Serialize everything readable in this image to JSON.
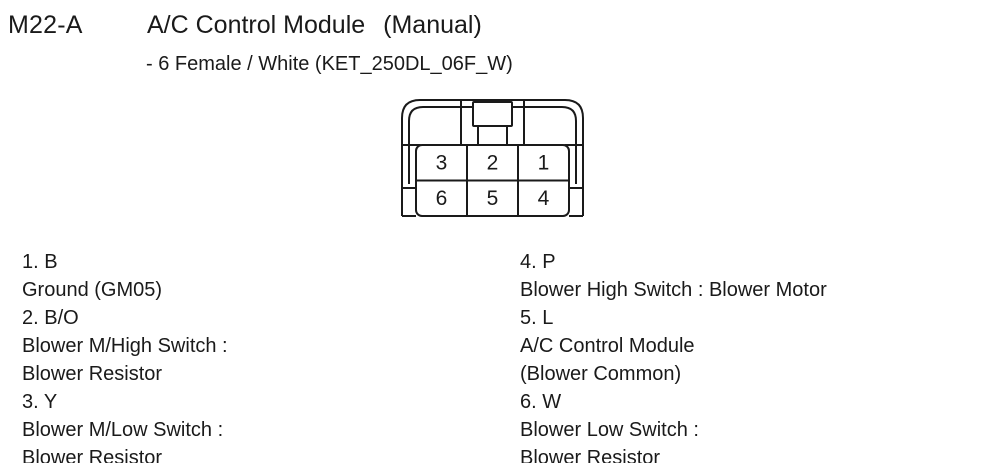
{
  "header": {
    "connector_id": "M22-A",
    "title": "A/C Control Module",
    "mode": "(Manual)",
    "subtitle": "- 6 Female / White (KET_250DL_06F_W)"
  },
  "connector": {
    "type": "6-pin-female-connector",
    "top_row_pins": [
      "3",
      "2",
      "1"
    ],
    "bottom_row_pins": [
      "6",
      "5",
      "4"
    ],
    "outline_color": "#1a1a1a",
    "body_color": "#ffffff"
  },
  "pin_legend": {
    "left_column": [
      {
        "label": "1. B",
        "lines": [
          "Ground (GM05)"
        ]
      },
      {
        "label": "2. B/O",
        "lines": [
          "Blower M/High Switch :",
          "Blower Resistor"
        ]
      },
      {
        "label": "3. Y",
        "lines": [
          "Blower M/Low Switch :",
          "Blower Resistor"
        ]
      }
    ],
    "right_column": [
      {
        "label": "4. P",
        "lines": [
          "Blower High Switch : Blower Motor"
        ]
      },
      {
        "label": "5. L",
        "lines": [
          "A/C Control Module",
          "(Blower Common)"
        ]
      },
      {
        "label": "6. W",
        "lines": [
          "Blower Low Switch :",
          "Blower Resistor"
        ]
      }
    ]
  }
}
